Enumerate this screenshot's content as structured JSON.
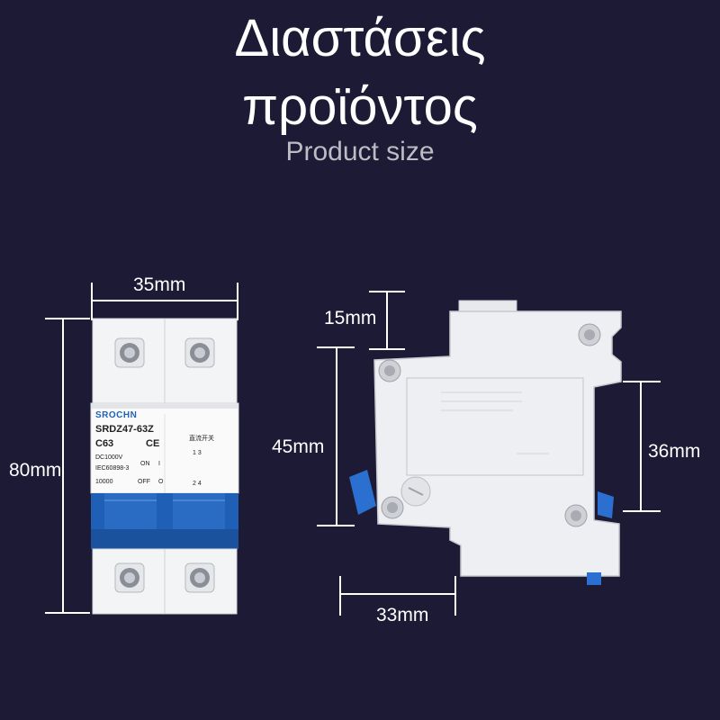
{
  "title_line1": "Διαστάσεις",
  "title_line2": "προϊόντος",
  "subtitle": "Product size",
  "dimensions": {
    "width_front": "35mm",
    "height_front": "80mm",
    "top_side": "15mm",
    "mid_side": "45mm",
    "right_side": "36mm",
    "depth_side": "33mm"
  },
  "breaker": {
    "brand": "SROCHN",
    "model": "SRDZ47-63Z",
    "rating": "C63",
    "ce": "CE",
    "voltage": "DC1000V",
    "standard": "IEC60898-3",
    "capacity": "10000",
    "on_label": "ON",
    "off_label": "OFF",
    "on_sym": "I",
    "off_sym": "O",
    "chinese": "直流开关",
    "term_top": "1  3",
    "term_bottom": "2  4"
  },
  "colors": {
    "background": "#1c1a35",
    "breaker_body": "#f2f3f5",
    "toggle_blue": "#1f5fb5"
  }
}
